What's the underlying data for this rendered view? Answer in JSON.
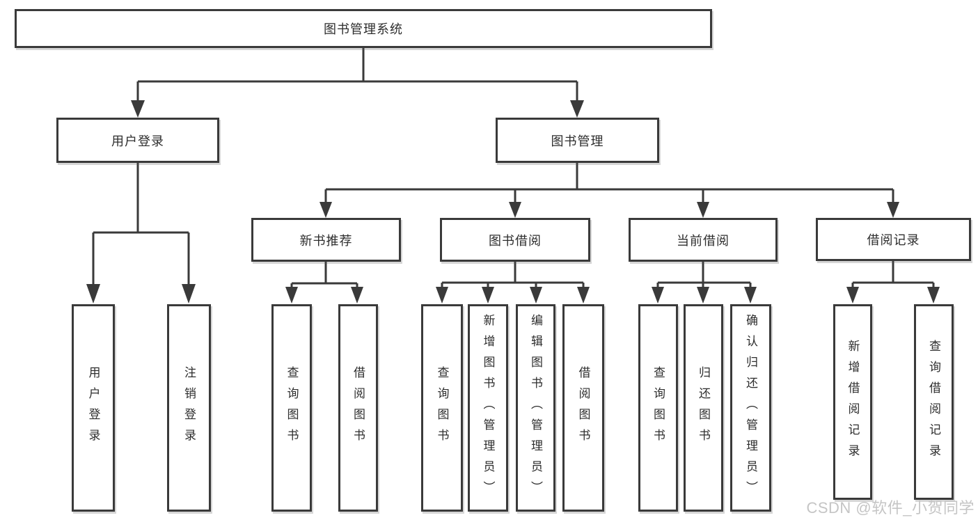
{
  "root": {
    "label": "图书管理系统"
  },
  "branches": {
    "user": {
      "label": "用户登录",
      "children": [
        {
          "label": "用户登录"
        },
        {
          "label": "注销登录"
        }
      ]
    },
    "mgmt": {
      "label": "图书管理",
      "sections": [
        {
          "label": "新书推荐",
          "children": [
            {
              "label": "查询图书"
            },
            {
              "label": "借阅图书"
            }
          ]
        },
        {
          "label": "图书借阅",
          "children": [
            {
              "label": "查询图书"
            },
            {
              "label": "新增图书（管理员）"
            },
            {
              "label": "编辑图书（管理员）"
            },
            {
              "label": "借阅图书"
            }
          ]
        },
        {
          "label": "当前借阅",
          "children": [
            {
              "label": "查询图书"
            },
            {
              "label": "归还图书"
            },
            {
              "label": "确认归还（管理员）"
            }
          ]
        },
        {
          "label": "借阅记录",
          "children": [
            {
              "label": "新增借阅记录"
            },
            {
              "label": "查询借阅记录"
            }
          ]
        }
      ]
    }
  },
  "watermark": "CSDN @软件_小贺同学",
  "colors": {
    "line": "#3a3a3a",
    "text": "#2d2d2d",
    "watermark": "#c5c5c5",
    "background": "#ffffff"
  }
}
